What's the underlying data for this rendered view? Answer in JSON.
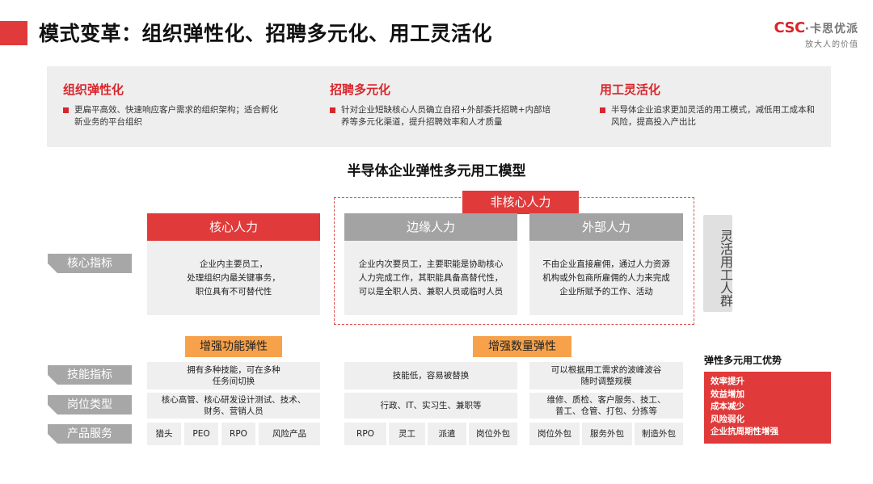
{
  "header": {
    "title": "模式变革：组织弹性化、招聘多元化、用工灵活化",
    "logo_main": "CSC",
    "logo_cn": "卡思优派",
    "logo_sub": "放大人的价值"
  },
  "top_columns": [
    {
      "title": "组织弹性化",
      "text": "更扁平高效、快速响应客户需求的组织架构；适合孵化新业务的平台组织"
    },
    {
      "title": "招聘多元化",
      "text": "针对企业短缺核心人员确立自招+外部委托招聘+内部培养等多元化渠道，提升招聘效率和人才质量"
    },
    {
      "title": "用工灵活化",
      "text": "半导体企业追求更加灵活的用工模式，减低用工成本和风险，提高投入产出比"
    }
  ],
  "model_title": "半导体企业弹性多元用工模型",
  "noncore_label": "非核心人力",
  "flex_group_label": "灵活用工人群",
  "row_labels": {
    "core_indicator": "核心指标",
    "skill_indicator": "技能指标",
    "position_type": "岗位类型",
    "product_service": "产品服务"
  },
  "columns": [
    {
      "header": "核心人力",
      "description": "企业内主要员工，\n处理组织内最关键事务，\n职位具有不可替代性",
      "skill": "拥有多种技能，可在多种\n任务间切换",
      "positions": "核心高管、核心研发设计测试、技术、\n财务、营销人员"
    },
    {
      "header": "边缘人力",
      "description": "企业内次要员工，主要职能是协助核心\n人力完成工作，其职能具备高替代性，\n可以是全职人员、兼职人员或临时人员",
      "skill": "技能低，容易被替换",
      "positions": "行政、IT、实习生、兼职等"
    },
    {
      "header": "外部人力",
      "description": "不由企业直接雇佣，通过人力资源\n机构或外包商所雇佣的人力来完成\n企业所赋予的工作、活动",
      "skill": "可以根据用工需求的波峰波谷\n随时调整规模",
      "positions": "维修、质检、客户服务、技工、\n普工、仓管、打包、分拣等"
    }
  ],
  "elasticity_tags": {
    "functional": "增强功能弹性",
    "quantity": "增强数量弹性"
  },
  "products": {
    "core": [
      "猎头",
      "PEO",
      "RPO",
      "风险产品"
    ],
    "edge": [
      "RPO",
      "灵工",
      "派遣",
      "岗位外包"
    ],
    "external": [
      "岗位外包",
      "服务外包",
      "制造外包"
    ]
  },
  "advantages": {
    "title": "弹性多元用工优势",
    "items": [
      "效率提升",
      "效益增加",
      "成本减少",
      "风险弱化",
      "企业抗周期性增强"
    ]
  },
  "colors": {
    "accent_red": "#e03a3a",
    "orange": "#f7a24b",
    "gray_header": "#a3a3a3",
    "panel_gray": "#eeeeee"
  }
}
